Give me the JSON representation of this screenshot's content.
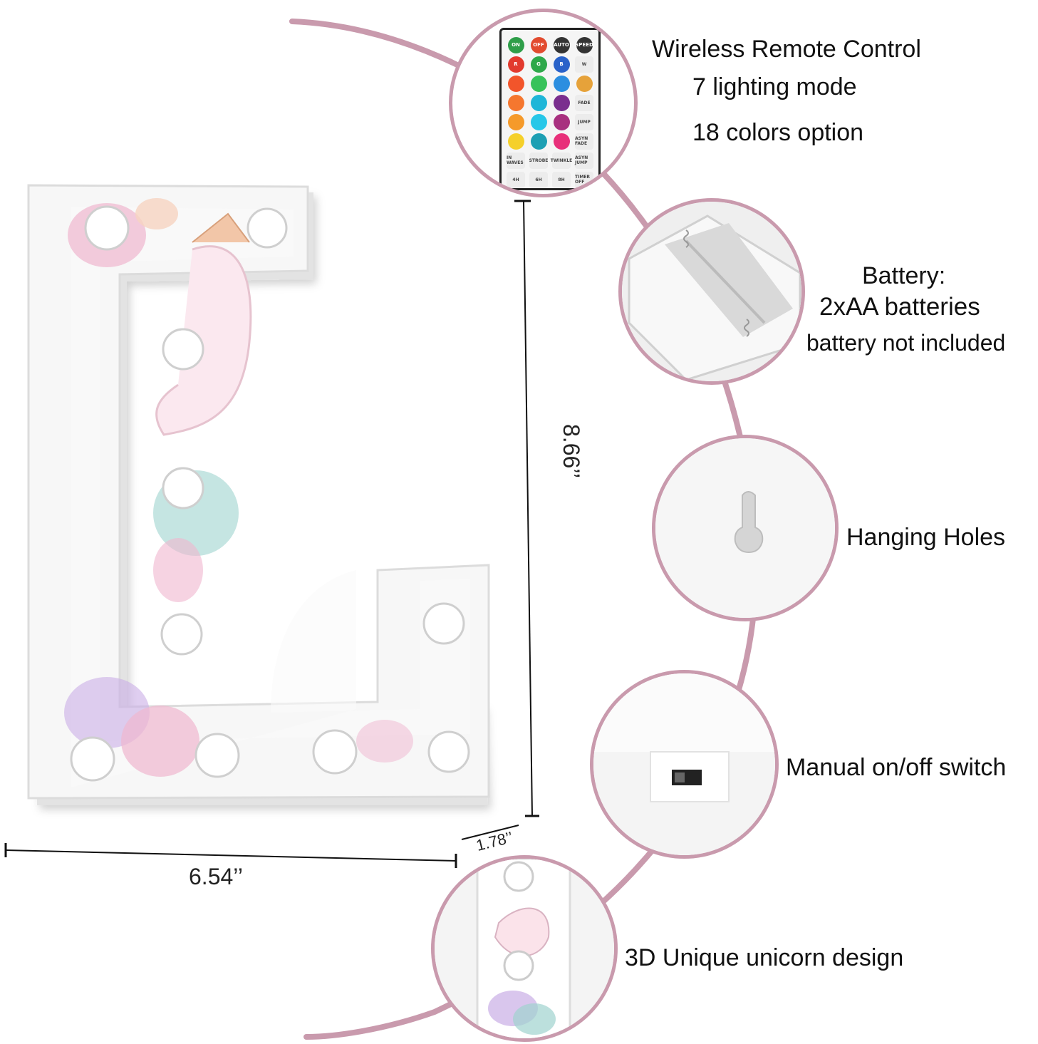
{
  "dimensions": {
    "height": "8.66’’",
    "width": "6.54’’",
    "depth": "1.78’’"
  },
  "features": {
    "remote": {
      "title": "Wireless Remote Control",
      "line1": "7 lighting mode",
      "line2": "18 colors option"
    },
    "battery": {
      "title": "Battery:",
      "line1": "2xAA batteries",
      "line2": "battery not included"
    },
    "hanging": {
      "title": "Hanging Holes"
    },
    "switch": {
      "title": "Manual on/off switch"
    },
    "design": {
      "title": "3D Unique unicorn design"
    }
  },
  "remote_buttons": [
    {
      "label": "ON",
      "color": "#2e9e49"
    },
    {
      "label": "OFF",
      "color": "#e24b2f"
    },
    {
      "label": "AUTO",
      "color": "#333333"
    },
    {
      "label": "SPEED",
      "color": "#333333"
    },
    {
      "label": "R",
      "color": "#e23a2e"
    },
    {
      "label": "G",
      "color": "#2ea84a"
    },
    {
      "label": "B",
      "color": "#2a62c9"
    },
    {
      "label": "W",
      "color": "#ececec"
    },
    {
      "label": "",
      "color": "#f2552b"
    },
    {
      "label": "",
      "color": "#37c25a"
    },
    {
      "label": "",
      "color": "#2c8ee0"
    },
    {
      "label": "",
      "color": "#e6a23a"
    },
    {
      "label": "",
      "color": "#f5772f"
    },
    {
      "label": "",
      "color": "#1fb6d8"
    },
    {
      "label": "",
      "color": "#7a2e8e"
    },
    {
      "label": "FADE",
      "color": "#ececec"
    },
    {
      "label": "",
      "color": "#f59a2a"
    },
    {
      "label": "",
      "color": "#28c7e8"
    },
    {
      "label": "",
      "color": "#a8307f"
    },
    {
      "label": "JUMP",
      "color": "#ececec"
    },
    {
      "label": "",
      "color": "#f5d02a"
    },
    {
      "label": "",
      "color": "#1d9fb3"
    },
    {
      "label": "",
      "color": "#e8307a"
    },
    {
      "label": "ASYN FADE",
      "color": "#ececec"
    },
    {
      "label": "IN WAVES",
      "color": "#ececec"
    },
    {
      "label": "STROBE",
      "color": "#ececec"
    },
    {
      "label": "TWINKLE",
      "color": "#ececec"
    },
    {
      "label": "ASYN JUMP",
      "color": "#ececec"
    },
    {
      "label": "4H",
      "color": "#ececec"
    },
    {
      "label": "6H",
      "color": "#ececec"
    },
    {
      "label": "8H",
      "color": "#ececec"
    },
    {
      "label": "TIMER OFF",
      "color": "#ececec"
    }
  ],
  "colors": {
    "accent_arc": "#c99aad",
    "petal_pink": "#f0b6cf",
    "leaf_teal": "#9fd3cf",
    "lavender": "#c9aee6"
  }
}
